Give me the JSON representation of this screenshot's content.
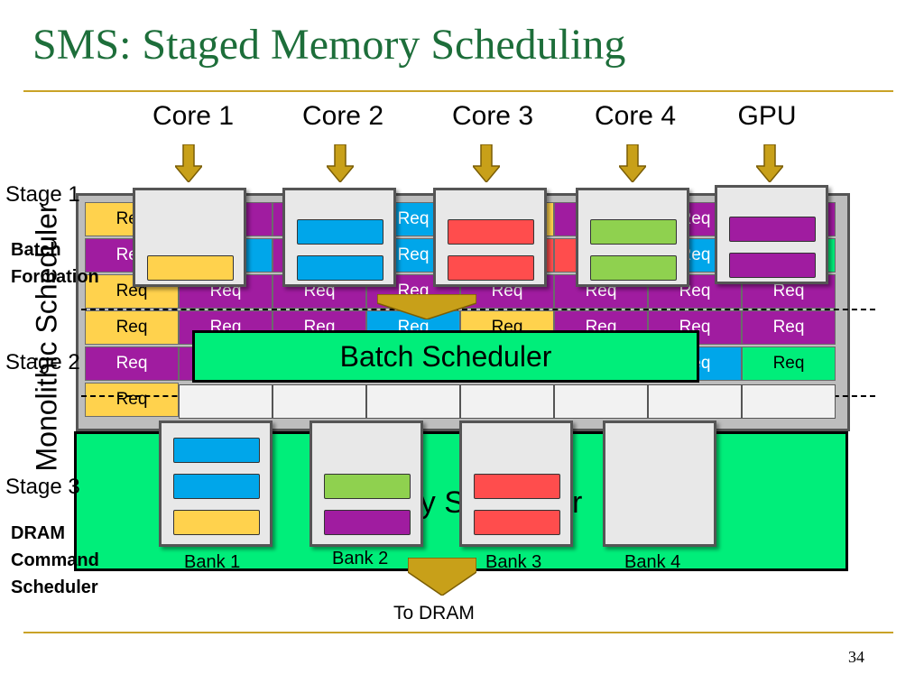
{
  "title": "SMS: Staged Memory Scheduling",
  "sources": [
    "Core 1",
    "Core 2",
    "Core 3",
    "Core 4",
    "GPU"
  ],
  "stages": {
    "stage1": {
      "label": "Stage 1",
      "sub_line1": "Batch",
      "sub_line2": "Formation"
    },
    "stage2": {
      "label": "Stage 2"
    },
    "stage3": {
      "label": "Stage 3",
      "sub_line1": "DRAM",
      "sub_line2": "Command",
      "sub_line3": "Scheduler"
    }
  },
  "monolithic_label": "Monolithic Scheduler",
  "req_label": "Req",
  "batch_scheduler_label": "Batch Scheduler",
  "memory_scheduler_label": "Memory Scheduler",
  "banks": [
    "Bank 1",
    "Bank 2",
    "Bank 3",
    "Bank 4"
  ],
  "to_dram": "To DRAM",
  "page_number": "34",
  "colors": {
    "title": "#1d6e3a",
    "rule": "#c9a227",
    "arrow": "#c8a019",
    "yellow": "#ffd24d",
    "blue": "#00a6ea",
    "red": "#ff4d4d",
    "lime": "#8fd14f",
    "purple": "#a01ca0",
    "green": "#00ee7a"
  }
}
